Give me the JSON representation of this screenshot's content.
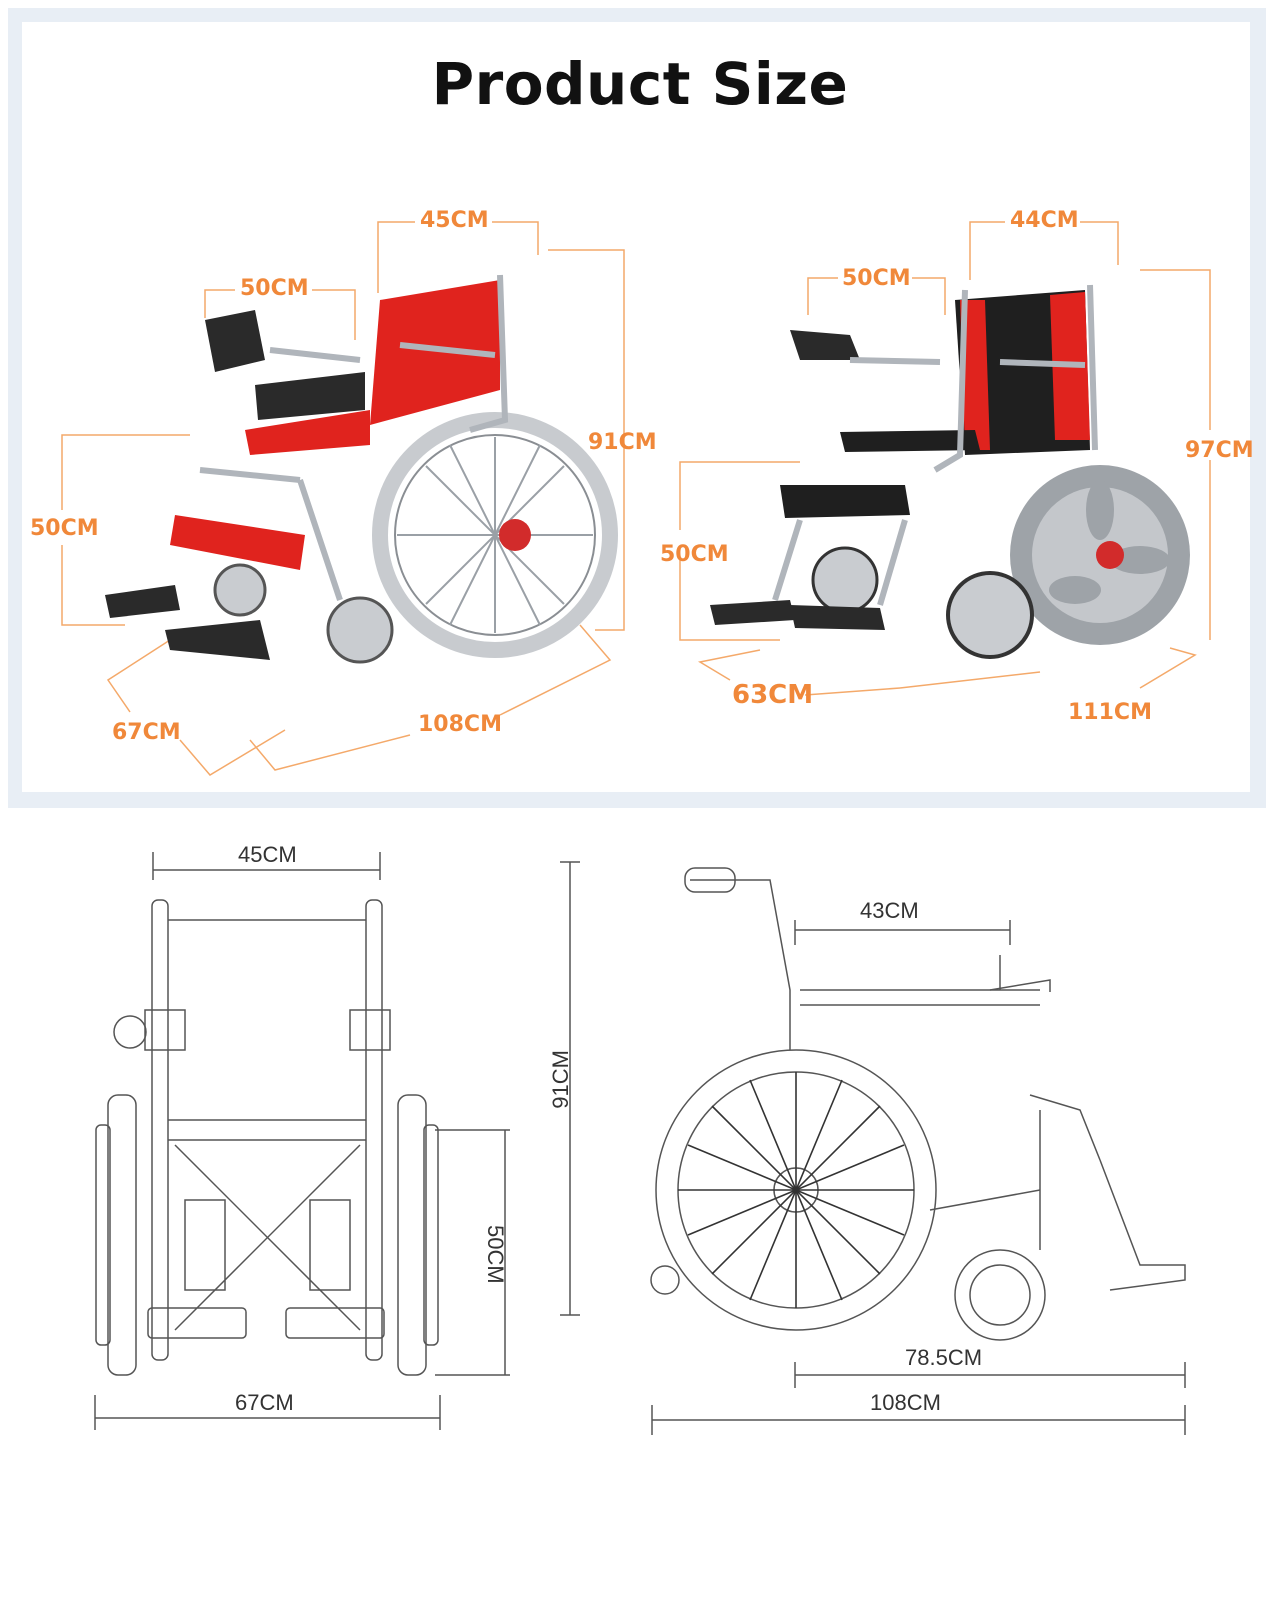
{
  "title": "Product Size",
  "colors": {
    "dimension_orange": "#f0883a",
    "seat_red": "#e0231e",
    "frame_grey": "#b8bcc2",
    "panel_border": "#e8eef5"
  },
  "photo_left": {
    "back_width": "45CM",
    "armrest_width": "50CM",
    "total_height": "91CM",
    "seat_height": "50CM",
    "width": "67CM",
    "length": "108CM"
  },
  "photo_right": {
    "back_width": "44CM",
    "armrest_width": "50CM",
    "total_height": "97CM",
    "seat_height": "50CM",
    "width": "63CM",
    "length": "111CM"
  },
  "drawing_front": {
    "top_width": "45CM",
    "seat_height": "50CM",
    "overall_width": "67CM"
  },
  "drawing_side": {
    "total_height": "91CM",
    "seat_depth": "43CM",
    "wheelbase": "78.5CM",
    "overall_length": "108CM"
  }
}
